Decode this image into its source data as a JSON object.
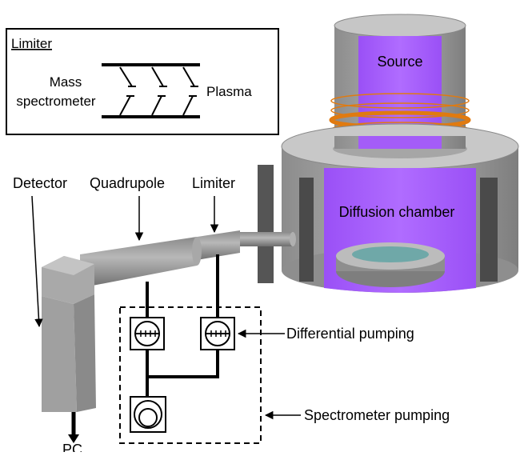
{
  "inset": {
    "title": "Limiter",
    "left_label_line1": "Mass",
    "left_label_line2": "spectrometer",
    "right_label": "Plasma"
  },
  "chamber": {
    "source_label": "Source",
    "diffusion_label": "Diffusion chamber"
  },
  "spectrometer": {
    "detector_label": "Detector",
    "quadrupole_label": "Quadrupole",
    "limiter_label": "Limiter",
    "pc_label": "PC"
  },
  "pumping": {
    "differential_label": "Differential pumping",
    "spectrometer_label": "Spectrometer pumping"
  },
  "colors": {
    "plasma": "#a25cff",
    "metal": "#9a9a9a",
    "coil": "#e07a10"
  }
}
